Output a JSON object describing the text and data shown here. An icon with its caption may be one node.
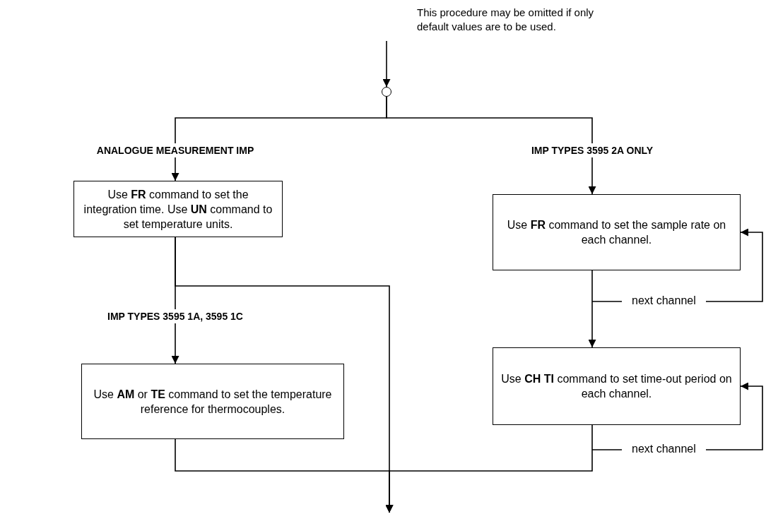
{
  "diagram": {
    "nodes": [
      {
        "text": [],
        "shape": "circle"
      },
      {
        "text": [
          "ANALOGUE MEASUREMENT IMP"
        ]
      },
      {
        "text": [
          "IMP TYPES 3595 2A ONLY"
        ]
      },
      {
        "text": [
          "Use **FR** command to set the integration time. Use **UN** command to set temperature units."
        ]
      },
      {
        "text": [
          "Use **FR** command to set the sample rate on each channel."
        ]
      },
      {
        "text": [
          "IMP TYPES 3595 1A, 3595 1C"
        ]
      },
      {
        "text": [
          "Use **AM** or **TE** command to set the temperature reference for thermocouples."
        ]
      },
      {
        "text": [
          "Use **CH TI** command to set time-out period on each channel."
        ]
      }
    ],
    "edges": [
      {
        "from": null,
        "to": 0,
        "arrow": "to"
      },
      {
        "from": 0,
        "to": 1,
        "arrow": "none"
      },
      {
        "from": 0,
        "to": 2,
        "arrow": "none"
      },
      {
        "from": 1,
        "to": 3,
        "arrow": "to"
      },
      {
        "from": 2,
        "to": 4,
        "arrow": "to"
      },
      {
        "from": 3,
        "to": 5,
        "arrow": "none"
      },
      {
        "from": 5,
        "to": 6,
        "arrow": "to"
      },
      {
        "from": 4,
        "to": 7,
        "arrow": "to"
      },
      {
        "from": null,
        "to": 4,
        "arrow": "to",
        "label": "next channel"
      },
      {
        "from": null,
        "to": 7,
        "arrow": "to",
        "label": "next channel"
      },
      {
        "from": 3,
        "to": null,
        "arrow": "to"
      },
      {
        "from": 6,
        "to": null,
        "arrow": "to"
      },
      {
        "from": 7,
        "to": null,
        "arrow": "to"
      }
    ],
    "labels": [
      "This procedure may be omitted if only default values are to be used."
    ]
  }
}
